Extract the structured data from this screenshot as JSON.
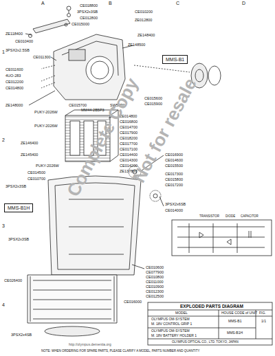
{
  "diagram": {
    "title": "EXPLODED PARTS DIAGRAM",
    "nodes": [
      {
        "text": [
          "MMS-B1"
        ]
      },
      {
        "text": [
          "MMS-B1H"
        ]
      }
    ],
    "labels": [
      "A",
      "B",
      "C",
      "D",
      "1",
      "2",
      "3",
      "4",
      "CE018800",
      "3PSX2x3SB",
      "CE012800",
      "CE015000",
      "ZE118400",
      "CE010400",
      "3PSX2x2.5SB",
      "CE011300",
      "CE011600",
      "4UO-283",
      "CE012200",
      "CE014800",
      "ZE148000",
      "CE010200",
      "ZE012800",
      "ZE148400",
      "ZE148500",
      "CE015700",
      "MM44-2B5P3",
      "SW52P0",
      "CE015600",
      "CE015900",
      "ZE014800",
      "CE016800",
      "CE014700",
      "CE017900",
      "CE018200",
      "CE017700",
      "CE017100",
      "CE014400",
      "CE014300",
      "CE014200",
      "ZE137800",
      "PUKY-2026W",
      "PUKY-2026W",
      "ZE146400",
      "ZE145400",
      "PUKY-2026W",
      "CE014500",
      "CE010700",
      "3PSX2x3SB",
      "CE016900",
      "CE014600",
      "CE015500",
      "CE017300",
      "CE015800",
      "CE017200",
      "3PSX2x6SB",
      "CE014000",
      "TRANSISTOR",
      "DIODE",
      "CAPACITOR",
      "3PSX2x3SB",
      "CE010600",
      "CE077900",
      "CE010800",
      "CE011000",
      "CE010900",
      "CE012300",
      "CE012500",
      "CE016000",
      "CE026400",
      "3PSX2x4SB",
      "MODEL",
      "HOUSE CODE of UNIT",
      "FIG.",
      "OLYMPUS OM-SYSTEM",
      "M. 18V CONTROL GRIP 1",
      "MMS-B1",
      "1/1",
      "OLYMPUS OM-SYSTEM",
      "M. 18V BATTERY HOLDER 1",
      "MMS-B1H",
      "OLYMPUS OPTICAL CO., LTD. TOKYO, JAPAN",
      "NOTE: WHEN ORDERING FOR SPARE PARTS, PLEASE CLARIFY A MODEL, PARTS NUMBER AND QUANTITY",
      "http://olympus.dementia.org",
      "Complete Copy",
      "Not for resale"
    ]
  }
}
